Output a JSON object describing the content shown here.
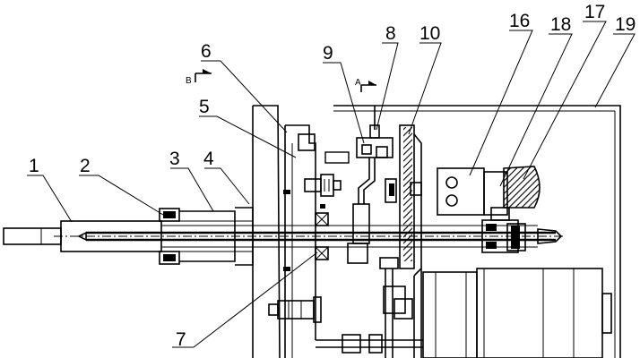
{
  "labels": [
    "1",
    "2",
    "3",
    "4",
    "5",
    "6",
    "7",
    "8",
    "9",
    "10",
    "16",
    "17",
    "18",
    "19"
  ],
  "section_marks": [
    "B",
    "A"
  ]
}
